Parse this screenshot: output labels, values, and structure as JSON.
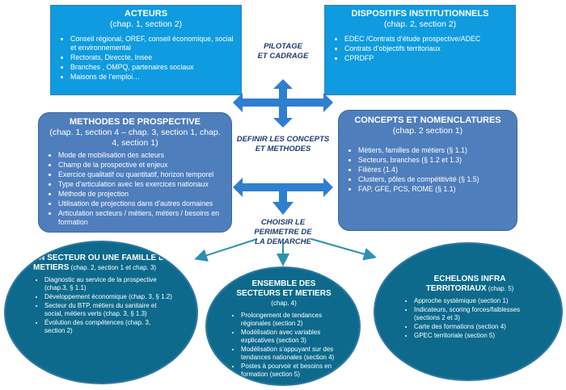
{
  "acteurs": {
    "title": "ACTEURS",
    "sub": "(chap. 1, section 2)",
    "items": [
      "Conseil régional, OREF, conseil économique, social et environnemental",
      "Rectorats, Direccte, Insee",
      "Branches , OMPQ, partenaires sociaux",
      "Maisons de l’emploi…"
    ]
  },
  "dispositifs": {
    "title": "DISPOSITIFS INSTITUTIONNELS",
    "sub": "(chap. 2, section 2)",
    "items": [
      "EDEC /Contrats d’étude prospective/ADEC",
      "Contrats d’objectifs territoriaux",
      "CPRDFP"
    ]
  },
  "methodes": {
    "title": "METHODES DE PROSPECTIVE",
    "sub": "(chap. 1, section 4 – chap. 3, section 1, chap. 4, section 1)",
    "items": [
      "Mode de mobilisation des acteurs",
      "Champ de la prospective et enjeux",
      "Exercice qualitatif ou quantitatif, horizon temporel",
      "Type d’articulation avec les exercices nationaux",
      "Méthode de projection",
      "Utilisation de projections dans d’autres domaines",
      "Articulation secteurs / métiers, métiers / besoins en formation"
    ]
  },
  "concepts": {
    "title": "CONCEPTS ET NOMENCLATURES",
    "sub": "(chap. 2 section 1)",
    "items": [
      "Métiers, familles de métiers (§ 1.1)",
      "Secteurs, branches (§ 1.2 et 1.3)",
      "Filières (1.4)",
      "Clusters, pôles de compétitivité (§ 1.5)",
      "FAP, GFE, PCS, ROME (§ 1.1)"
    ]
  },
  "labels": {
    "pilotage": "PILOTAGE\nET CADRAGE",
    "definir": "DEFINIR LES CONCEPTS\nET METHODES",
    "choisir": "CHOISIR LE\nPERIMETRE DE\nLA DEMARCHE"
  },
  "secteur": {
    "title": "UN SECTEUR OU UNE FAMILLE DE METIERS",
    "ref": " (chap. 2, section 1 et chap. 3)",
    "items": [
      "Diagnostic au service de la prospective (chap.3, § 1.1)",
      "Développement économique (chap. 3, § 1.2)",
      "Secteur du BTP, métiers du sanitaire et social, métiers verts (chap. 3, § 1.3)",
      "Évolution des compétences (chap. 3, section 2)"
    ]
  },
  "ensemble": {
    "title": "ENSEMBLE DES SECTEURS ET METIERS",
    "ref": " (chap. 4)",
    "items": [
      "Prolongement de tendances régionales (section 2)",
      "Modélisation avec variables explicatives (section 3)",
      "Modélisation s’appuyant sur des tendances nationales (section 4)",
      "Postes à pourvoir et besoins en formation (section 5)"
    ]
  },
  "echelons": {
    "title": "ECHELONS INFRA TERRITORIAUX",
    "ref": " (chap. 5)",
    "items": [
      "Approche systémique (section 1)",
      "Indicateurs, scoring forces/faiblesses (sections 2 et 3)",
      "Carte des formations (section 4)",
      "GPEC territoriale (section 5)"
    ]
  },
  "colors": {
    "top_box": "#0f9be0",
    "mid_box": "#4f7ebd",
    "ellipse": "#0d6a8d",
    "arrow": "#2f7fd0",
    "label": "#1f3b6e"
  }
}
